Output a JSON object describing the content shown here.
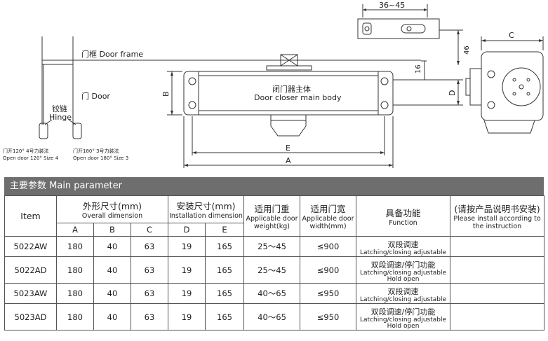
{
  "drawing": {
    "dim_top": "36~45",
    "dim_46": "46",
    "dim_16": "16",
    "dim_C": "C",
    "dim_B": "B",
    "dim_D": "D",
    "dim_E": "E",
    "dim_A": "A",
    "door_frame": "门框 Door frame",
    "door": "门 Door",
    "hinge_zh": "铰链",
    "hinge_en": "Hinge",
    "body_zh": "闭门器主体",
    "body_en": "Door closer main body",
    "note_120_zh": "门开120° 4号力装法",
    "note_120_en": "Open door 120° Size 4",
    "note_180_zh": "门开180° 3号力装法",
    "note_180_en": "Open door 180° Size 3"
  },
  "table": {
    "title": "主要参数 Main parameter",
    "col_item": "Item",
    "col_overall_zh": "外形尺寸(mm)",
    "col_overall_en": "Overall dimension",
    "col_install_zh": "安装尺寸(mm)",
    "col_install_en": "Installation dimension",
    "col_weight_zh": "适用门重",
    "col_weight_en": "Applicable door weight(kg)",
    "col_width_zh": "适用门宽",
    "col_width_en": "Applicable door width(mm)",
    "col_function_zh": "具备功能",
    "col_function_en": "Function",
    "col_note_zh": "(请按产品说明书安装)",
    "col_note_en": "Please install according to the instruction",
    "sub_A": "A",
    "sub_B": "B",
    "sub_C": "C",
    "sub_D": "D",
    "sub_E": "E",
    "rows": [
      {
        "item": "5022AW",
        "A": "180",
        "B": "40",
        "C": "63",
        "D": "19",
        "E": "165",
        "weight": "25～45",
        "width": "≤900",
        "fn_zh": "双段调速",
        "fn_en1": "Latching/closing adjustable",
        "fn_en2": ""
      },
      {
        "item": "5022AD",
        "A": "180",
        "B": "40",
        "C": "63",
        "D": "19",
        "E": "165",
        "weight": "25～45",
        "width": "≤900",
        "fn_zh": "双段调速/停门功能",
        "fn_en1": "Latching/closing adjustable",
        "fn_en2": "Hold open"
      },
      {
        "item": "5023AW",
        "A": "180",
        "B": "40",
        "C": "63",
        "D": "19",
        "E": "165",
        "weight": "40～65",
        "width": "≤950",
        "fn_zh": "双段调速",
        "fn_en1": "Latching/closing adjustable",
        "fn_en2": ""
      },
      {
        "item": "5023AD",
        "A": "180",
        "B": "40",
        "C": "63",
        "D": "19",
        "E": "165",
        "weight": "40～65",
        "width": "≤950",
        "fn_zh": "双段调速/停门功能",
        "fn_en1": "Latching/closing adjustable",
        "fn_en2": "Hold open"
      }
    ]
  }
}
